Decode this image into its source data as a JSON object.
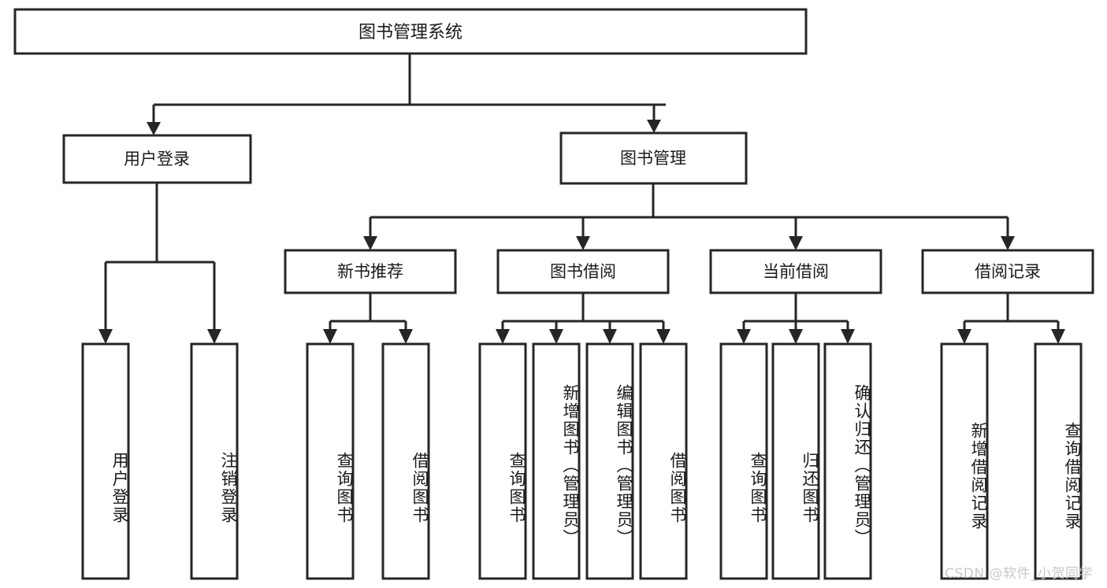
{
  "diagram": {
    "type": "tree",
    "title": "图书管理系统",
    "watermark": "CSDN @软件_小贺同学",
    "colors": {
      "stroke": "#262626",
      "fill": "#ffffff",
      "text": "#1a1a1a",
      "watermark": "#c8c8c8",
      "background": "#ffffff"
    },
    "root": {
      "label": "图书管理系统"
    },
    "level1": [
      {
        "label": "用户登录"
      },
      {
        "label": "图书管理"
      }
    ],
    "level2": [
      {
        "label": "新书推荐"
      },
      {
        "label": "图书借阅"
      },
      {
        "label": "当前借阅"
      },
      {
        "label": "借阅记录"
      }
    ],
    "leaves": {
      "user_login": [
        {
          "label": "用户登录"
        },
        {
          "label": "注销登录"
        }
      ],
      "new_book_recommend": [
        {
          "label": "查询图书"
        },
        {
          "label": "借阅图书"
        }
      ],
      "book_borrow": [
        {
          "label": "查询图书"
        },
        {
          "label": "新增图书（管理员）"
        },
        {
          "label": "编辑图书（管理员）"
        },
        {
          "label": "借阅图书"
        }
      ],
      "current_borrow": [
        {
          "label": "查询图书"
        },
        {
          "label": "归还图书"
        },
        {
          "label": "确认归还（管理员）"
        }
      ],
      "borrow_records": [
        {
          "label": "新增借阅记录"
        },
        {
          "label": "查询借阅记录"
        }
      ]
    }
  }
}
